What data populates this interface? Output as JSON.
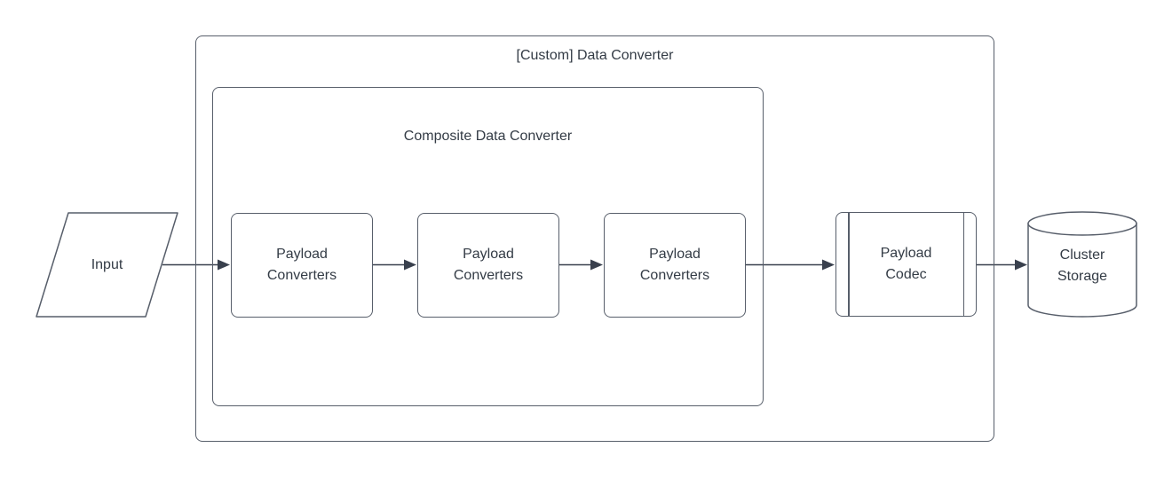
{
  "diagram": {
    "outer_box": {
      "label": "[Custom] Data Converter"
    },
    "composite_box": {
      "label": "Composite Data Converter"
    },
    "input_node": {
      "label": "Input",
      "shape": "parallelogram"
    },
    "converter_nodes": [
      {
        "label": "Payload Converters"
      },
      {
        "label": "Payload Converters"
      },
      {
        "label": "Payload Converters"
      }
    ],
    "codec_node": {
      "label": "Payload Codec",
      "shape": "predefined-process"
    },
    "storage_node": {
      "label": "Cluster Storage",
      "shape": "cylinder"
    },
    "flow": [
      "Input",
      "Payload Converters",
      "Payload Converters",
      "Payload Converters",
      "Payload Codec",
      "Cluster Storage"
    ]
  },
  "colors": {
    "background": "#ffffff",
    "shape_stroke": "#575e6a",
    "arrow_stroke": "#39404d",
    "text": "#333b45",
    "shape_fill": "#ffffff"
  }
}
